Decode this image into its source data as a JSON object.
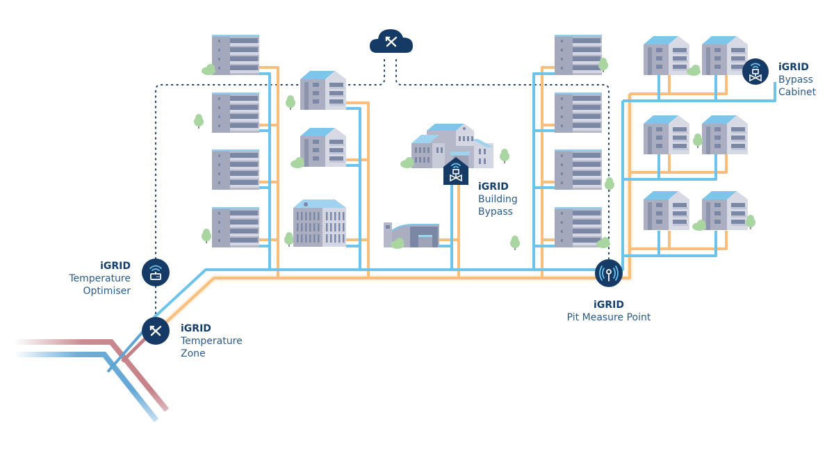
{
  "diagram": {
    "colors": {
      "supply_pipe": "#f9be7b",
      "return_pipe": "#6cc4ea",
      "main_supply": "#c47f86",
      "main_return": "#5ea5d6",
      "device_fill": "#163a66",
      "building_dark": "#9ea3b8",
      "building_light": "#d4d7e3",
      "building_window": "#7a88a6",
      "roof": "#7cc6ec",
      "tree": "#a8d5a0",
      "dotted_link": "#1f3d66"
    },
    "cloud": {
      "icon": "igrid-logo-icon"
    },
    "devices": [
      {
        "id": "temperature-optimiser",
        "brand": "iGRID",
        "name_lines": [
          "Temperature",
          "Optimiser"
        ],
        "icon": "router-wifi-icon"
      },
      {
        "id": "temperature-zone",
        "brand": "iGRID",
        "name_lines": [
          "Temperature",
          "Zone"
        ],
        "icon": "igrid-logo-icon"
      },
      {
        "id": "building-bypass",
        "brand": "iGRID",
        "name_lines": [
          "Building",
          "Bypass"
        ],
        "icon": "bypass-valve-icon"
      },
      {
        "id": "pit-measure-point",
        "brand": "iGRID",
        "name_lines": [
          "Pit Measure Point"
        ],
        "icon": "antenna-signal-icon"
      },
      {
        "id": "bypass-cabinet",
        "brand": "iGRID",
        "name_lines": [
          "Bypass",
          "Cabinet"
        ],
        "icon": "bypass-valve-icon"
      }
    ]
  }
}
